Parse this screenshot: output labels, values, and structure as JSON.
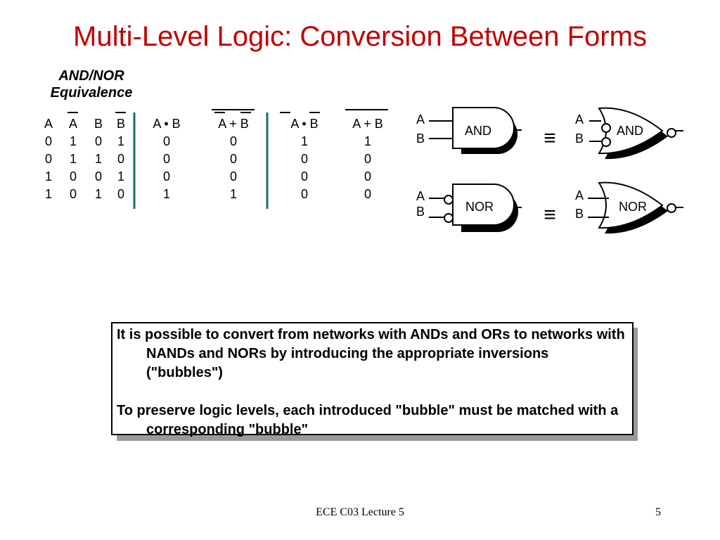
{
  "slide": {
    "title": "Multi-Level Logic: Conversion Between Forms",
    "subtitle_line1": "AND/NOR",
    "subtitle_line2": "Equivalence"
  },
  "truth_table": {
    "headers": [
      "A",
      "A",
      "B",
      "B",
      "A • B",
      "A + B",
      "A • B",
      "A + B"
    ],
    "rows": [
      [
        "0",
        "1",
        "0",
        "1",
        "0",
        "0",
        "1",
        "1"
      ],
      [
        "0",
        "1",
        "1",
        "0",
        "0",
        "0",
        "0",
        "0"
      ],
      [
        "1",
        "0",
        "0",
        "1",
        "0",
        "0",
        "0",
        "0"
      ],
      [
        "1",
        "0",
        "1",
        "0",
        "1",
        "1",
        "0",
        "0"
      ]
    ]
  },
  "gates": {
    "input_a": "A",
    "input_b": "B",
    "and_label": "AND",
    "nor_label": "NOR",
    "equiv_symbol": "≡"
  },
  "callout": {
    "para1": "It is possible to convert from networks with ANDs and ORs to networks with NANDs and NORs by introducing the appropriate inversions (\"bubbles\")",
    "para2": "To preserve logic levels, each introduced \"bubble\" must be matched with a corresponding \"bubble\""
  },
  "footer": {
    "course": "ECE C03 Lecture 5",
    "page": "5"
  },
  "colors": {
    "title": "#c00000",
    "divider": "#1a6b7a"
  }
}
